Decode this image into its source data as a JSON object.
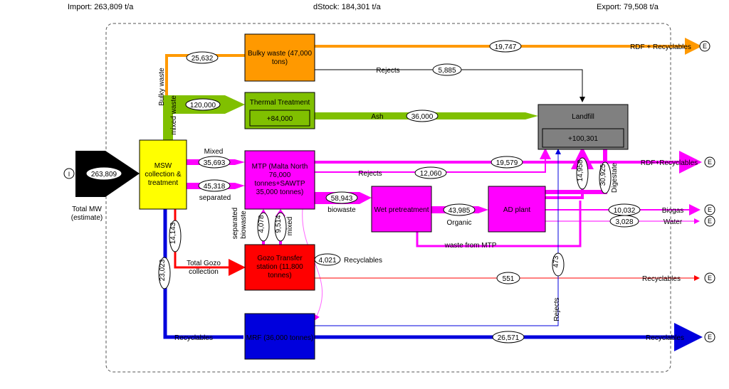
{
  "header": {
    "import": "Import: 263,809 t/a",
    "dstock": "dStock: 184,301 t/a",
    "export": "Export: 79,508 t/a"
  },
  "nodes": {
    "import_marker": "I",
    "total_mw_value": "263,809",
    "total_mw_label_1": "Total MW",
    "total_mw_label_2": "(estimate)",
    "msw_1": "MSW",
    "msw_2": "collection &",
    "msw_3": "treatment",
    "bulky_1": "Bulky waste (47,000",
    "bulky_2": "tons)",
    "thermal": "Thermal Treatment",
    "thermal_stock": "+84,000",
    "landfill": "Landfill",
    "landfill_stock": "+100,301",
    "mtp_1": "MTP (Malta North",
    "mtp_2": "76,000",
    "mtp_3": "tonnes+SAWTP",
    "mtp_4": "35,000 tonnes)",
    "wet": "Wet pretreatment",
    "ad": "AD plant",
    "gozo_1": "Gozo Transfer",
    "gozo_2": "station (11,800",
    "gozo_3": "tonnes)",
    "mrf": "MRF (36,000 tonnes)",
    "export_marker": "E"
  },
  "flows": {
    "bulky_in": "25,632",
    "bulky_rdf": "19,747",
    "bulky_rejects": "5,885",
    "thermal_in": "120,000",
    "ash": "36,000",
    "mtp_mixed": "35,693",
    "mtp_separated": "45,318",
    "mtp_rdf": "19,579",
    "mtp_rejects": "12,060",
    "biowaste": "58,943",
    "organic": "43,985",
    "ad_landfill": "14,958",
    "digestate": "30,925",
    "biogas": "10,032",
    "water": "3,028",
    "gozo_sep_bio": "4,078",
    "gozo_mixed": "9,514",
    "gozo_collection": "14,143",
    "gozo_recycl_mrf": "4,021",
    "gozo_recycl_out": "551",
    "mrf_in": "23,023",
    "mrf_rejects": "473",
    "mrf_recycl": "26,571"
  },
  "labels": {
    "rdf_recyclables": "RDF + Recyclables",
    "rejects": "Rejects",
    "ash": "Ash",
    "mixed": "Mixed",
    "separated": "separated",
    "rdf_recyclables_2": "RDF+Recyclables",
    "biowaste": "biowaste",
    "organic": "Organic",
    "digestate": "Digestate",
    "biogas": "Biogas",
    "water": "Water",
    "waste_from_mtp": "waste from MTP",
    "bulky_waste_v": "Bulky waste",
    "mixed_waste_v": "mixed waste",
    "separated_v": "separated",
    "biowaste_v": "biowaste",
    "mixed_v": "mixed",
    "total_gozo_1": "Total Gozo",
    "total_gozo_2": "collection",
    "recyclables": "Recyclables",
    "recyclables_2": "Recyclables",
    "recyclables_3": "Recyclables",
    "recyclables_4": "Recyclables",
    "rejects_v": "Rejects"
  },
  "colors": {
    "orange": "#FF9900",
    "green": "#80C000",
    "magenta": "#FF00FF",
    "red": "#FF0000",
    "blue": "#0000DD",
    "grey": "#808080",
    "yellow": "#FFFF00"
  }
}
